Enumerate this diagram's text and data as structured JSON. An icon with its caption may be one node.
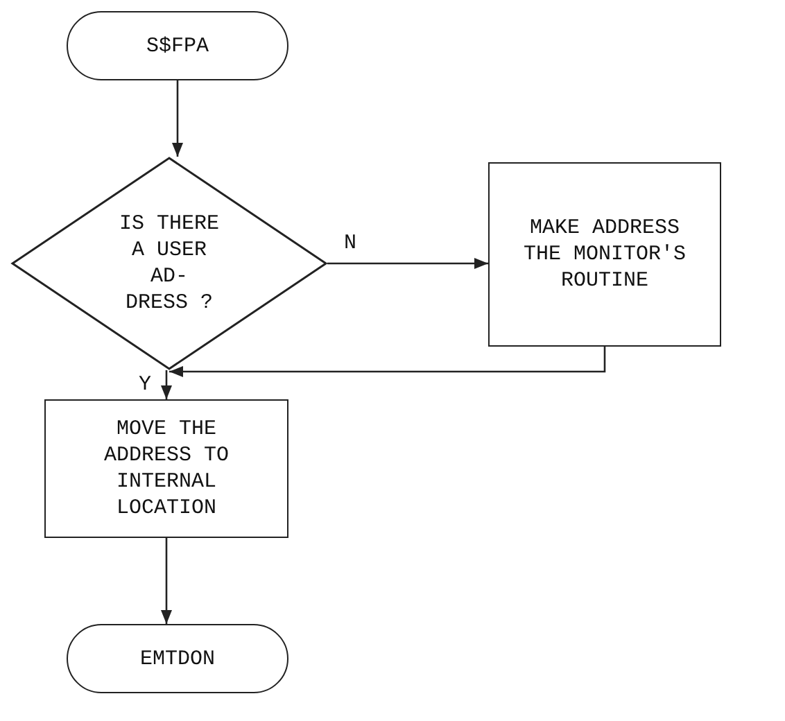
{
  "diagram": {
    "nodes": [
      {
        "text": [
          "S$FPA"
        ]
      },
      {
        "text": [
          "IS THERE A USER AD- DRESS ?"
        ]
      },
      {
        "text": [
          "MAKE ADDRESS THE MONITOR'S ROUTINE"
        ]
      },
      {
        "text": [
          "MOVE THE ADDRESS TO INTERNAL LOCATION"
        ]
      },
      {
        "text": [
          "EMTDON"
        ]
      }
    ],
    "edges": [
      {
        "from": 0,
        "to": 1,
        "arrow": "to"
      },
      {
        "from": 1,
        "to": 2,
        "arrow": "to",
        "label": "N"
      },
      {
        "from": 1,
        "to": 3,
        "arrow": "to",
        "label": "Y"
      },
      {
        "from": 2,
        "to": 3,
        "arrow": "to"
      },
      {
        "from": 3,
        "to": 4,
        "arrow": "to"
      }
    ]
  }
}
